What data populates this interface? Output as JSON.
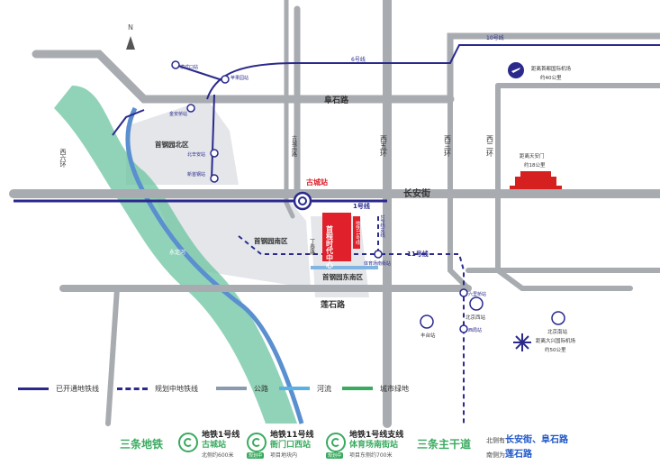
{
  "compass": "N",
  "roads": {
    "fushi": "阜石路",
    "west5": "西五环",
    "west3": "西三环",
    "west2": "西二环",
    "west6": "西六环",
    "changan": "长安街",
    "lianshi": "莲石路",
    "gucheng_south": "古城南路",
    "dingtai": "丁泰路"
  },
  "lines": {
    "l1": "1号线",
    "l6": "6号线",
    "l10": "10号线",
    "l11": "11号线",
    "l1_branch": "1号线支线"
  },
  "areas": {
    "north": "首钢园北区",
    "south": "首钢园南区",
    "southeast": "首钢园东南区",
    "project": "首程时代中心",
    "project_sub": "地铁11号线",
    "river": "永定河"
  },
  "stations": {
    "gucheng": "古城站",
    "jindingshan": "金安桥站",
    "beixinan": "北辛安站",
    "xinshougang": "新首钢站",
    "moshikou": "模式口站",
    "pingguoyuan": "苹果园站",
    "tiyuchang": "体育场南街站",
    "beijing_west": "北京西站",
    "beijing_south": "北京南站",
    "fengtai": "丰台站",
    "liuliqiao": "六里桥站",
    "xiju": "西局站"
  },
  "landmarks": {
    "capital_airport_l1": "距离首都国际机场",
    "capital_airport_l2": "约40公里",
    "tiananmen_l1": "距离天安门",
    "tiananmen_l2": "约18公里",
    "daxing_l1": "距离大兴国际机场",
    "daxing_l2": "约50公里"
  },
  "legend": {
    "open": "已开通地铁线",
    "planned": "规划中地铁线",
    "road": "公路",
    "river": "河流",
    "green": "城市绿地"
  },
  "bottom": {
    "metro_title": "三条地铁",
    "roads_title": "三条主干道",
    "s1": {
      "line": "地铁1号线",
      "name": "古城站",
      "note": "北侧约600米"
    },
    "s2": {
      "tag": "规划中",
      "line": "地铁11号线",
      "name": "衙门口西站",
      "note": "项目地块内"
    },
    "s3": {
      "tag": "规划中",
      "line": "地铁1号线支线",
      "name": "体育场南街站",
      "note": "项目东侧约700米"
    },
    "roads_n_pre": "北侧有",
    "roads_n": "长安街、阜石路",
    "roads_s_pre": "南侧为",
    "roads_s": "莲石路"
  },
  "colors": {
    "metro": "#2a2a8c",
    "road": "#a8abb0",
    "river": "#5a8fd0",
    "green": "#6cc4a0",
    "accent_red": "#e0202a",
    "accent_green": "#3aaa5f"
  }
}
